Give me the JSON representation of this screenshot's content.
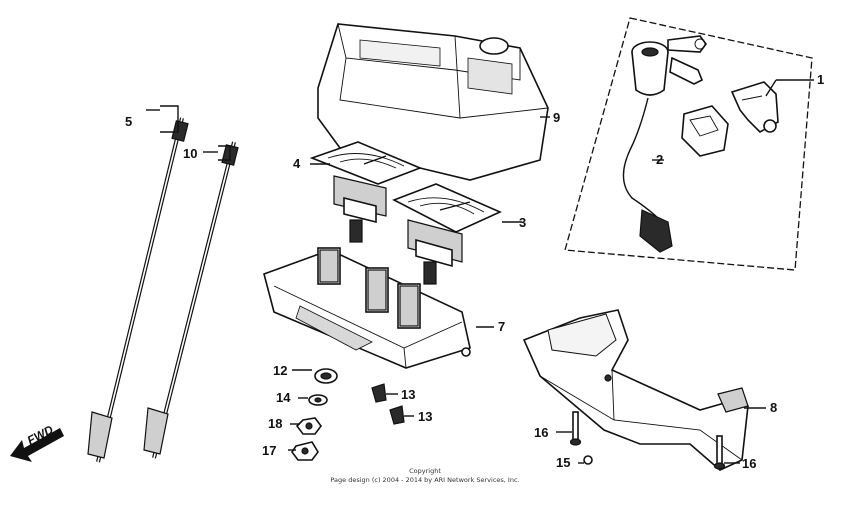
{
  "diagram": {
    "callouts": [
      {
        "id": "1",
        "label": "1"
      },
      {
        "id": "2",
        "label": "2"
      },
      {
        "id": "3",
        "label": "3"
      },
      {
        "id": "4",
        "label": "4"
      },
      {
        "id": "5",
        "label": "5"
      },
      {
        "id": "6",
        "label": "7"
      },
      {
        "id": "7",
        "label": "8"
      },
      {
        "id": "8",
        "label": "9"
      },
      {
        "id": "9",
        "label": "10"
      },
      {
        "id": "10",
        "label": "12"
      },
      {
        "id": "11",
        "label": "13"
      },
      {
        "id": "12",
        "label": "13"
      },
      {
        "id": "13",
        "label": "14"
      },
      {
        "id": "14",
        "label": "15"
      },
      {
        "id": "15",
        "label": "16"
      },
      {
        "id": "16",
        "label": "16"
      },
      {
        "id": "17",
        "label": "17"
      },
      {
        "id": "18",
        "label": "18"
      }
    ],
    "direction_label": "FWD",
    "copyright_line1": "Copyright",
    "copyright_line2": "Page design (c) 2004 - 2014 by ARI Network Services, Inc."
  }
}
